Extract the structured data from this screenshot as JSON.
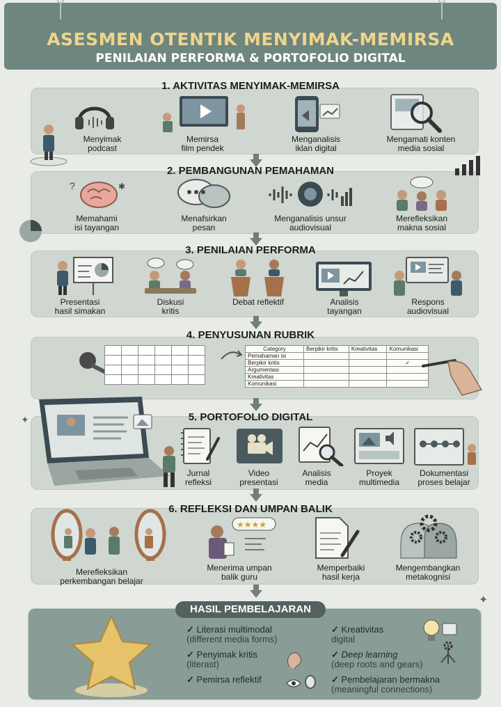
{
  "header": {
    "title": "ASESMEN OTENTIK MENYIMAK-MEMIRSA",
    "subtitle": "PENILAIAN PERFORMA & PORTOFOLIO DIGITAL"
  },
  "sections": [
    {
      "title": "1. AKTIVITAS MENYIMAK-MEMIRSA",
      "items": [
        {
          "line1": "Menyimak",
          "line2": "podcast"
        },
        {
          "line1": "Memirsa",
          "line2": "film pendek"
        },
        {
          "line1": "Menganalisis",
          "line2": "iklan digital"
        },
        {
          "line1": "Mengamati konten",
          "line2": "media sosial"
        }
      ]
    },
    {
      "title": "2. PEMBANGUNAN PEMAHAMAN",
      "items": [
        {
          "line1": "Memahami",
          "line2": "isi tayangan"
        },
        {
          "line1": "Menafsirkan",
          "line2": "pesan"
        },
        {
          "line1": "Menganalisis unsur",
          "line2": "audiovisual"
        },
        {
          "line1": "Merefleksikan",
          "line2": "makna sosial"
        }
      ]
    },
    {
      "title": "3. PENILAIAN PERFORMA",
      "items": [
        {
          "line1": "Presentasi",
          "line2": "hasil simakan"
        },
        {
          "line1": "Diskusi",
          "line2": "kritis"
        },
        {
          "line1": "Debat reflektif",
          "line2": ""
        },
        {
          "line1": "Analisis",
          "line2": "tayangan"
        },
        {
          "line1": "Respons",
          "line2": "audiovisual"
        }
      ]
    },
    {
      "title": "4. PENYUSUNAN RUBRIK",
      "rubric": {
        "headers": [
          "Category",
          "Berpikir kritis",
          "Kreativitas",
          "Komunikasi"
        ],
        "rows": [
          "Pemahaman isi",
          "Berpikir kritis",
          "Argumentasi",
          "Kreativitas",
          "Komunikasi"
        ],
        "check_mark": "✓"
      }
    },
    {
      "title": "5. PORTOFOLIO DIGITAL",
      "items": [
        {
          "line1": "Jurnal",
          "line2": "refleksi"
        },
        {
          "line1": "Video",
          "line2": "presentasi"
        },
        {
          "line1": "Analisis",
          "line2": "media"
        },
        {
          "line1": "Proyek",
          "line2": "multimedia"
        },
        {
          "line1": "Dokumentasi",
          "line2": "proses belajar"
        }
      ]
    },
    {
      "title": "6. REFLEKSI DAN UMPAN BALIK",
      "items": [
        {
          "line1": "Merefleksikan",
          "line2": "perkembangan belajar"
        },
        {
          "line1": "Menerima umpan",
          "line2": "balik guru"
        },
        {
          "line1": "Memperbaiki",
          "line2": "hasil kerja"
        },
        {
          "line1": "Mengembangkan",
          "line2": "metakognisi"
        }
      ]
    }
  ],
  "hasil": {
    "title": "HASIL PEMBELAJARAN",
    "check": "✓",
    "left": [
      {
        "main": "Literasi multimodal",
        "sub": "(different media forms)"
      },
      {
        "main": "Penyimak kritis",
        "sub": "(literast)"
      },
      {
        "main": "Pemirsa reflektif",
        "sub": ""
      }
    ],
    "right": [
      {
        "main": "Kreativitas",
        "sub": "digital"
      },
      {
        "main": "Deep learning",
        "sub": "(deep roots and gears)"
      },
      {
        "main": "Pembelajaran bermakna",
        "sub": "(meaningful connections)"
      }
    ]
  },
  "icons": {
    "s1": [
      "headphones-icon",
      "film-screen-icon",
      "phone-ad-icon",
      "magnifier-icon"
    ],
    "s2": [
      "brain-icon",
      "speech-bubbles-icon",
      "audio-wave-icon",
      "discussion-group-icon"
    ],
    "s3": [
      "presentation-board-icon",
      "discussion-table-icon",
      "debate-podium-icon",
      "analysis-monitor-icon",
      "audiovisual-response-icon"
    ],
    "s5": [
      "journal-icon",
      "video-camera-icon",
      "media-analysis-icon",
      "multimedia-project-icon",
      "timeline-icon"
    ],
    "s6": [
      "mirror-icon",
      "feedback-stars-icon",
      "document-edit-icon",
      "gears-head-icon"
    ]
  }
}
